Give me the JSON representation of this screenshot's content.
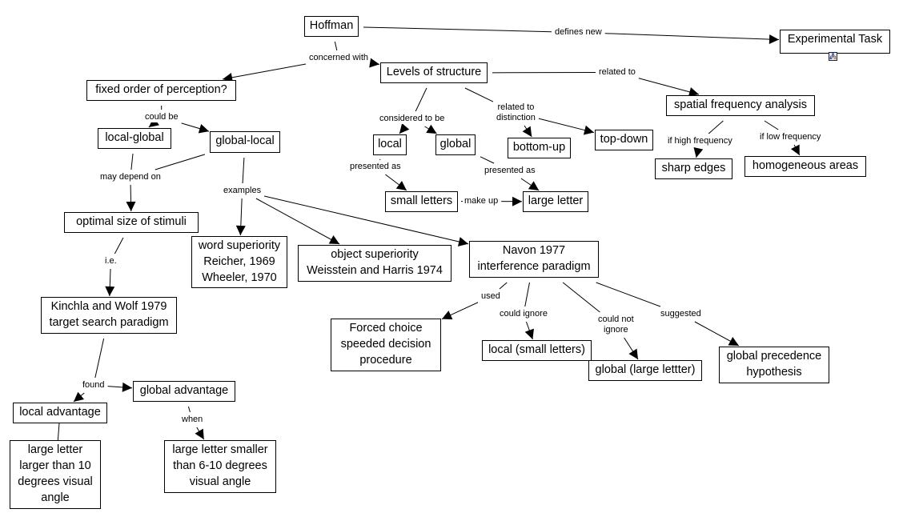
{
  "concept_map": {
    "nodes": [
      {
        "id": "hoffman",
        "text": "Hoffman"
      },
      {
        "id": "experimental_task",
        "text": "Experimental Task",
        "icon": "submap-icon"
      },
      {
        "id": "fixed_order",
        "text": "fixed order of perception?"
      },
      {
        "id": "levels",
        "text": "Levels of structure"
      },
      {
        "id": "spatial_freq",
        "text": "spatial frequency analysis"
      },
      {
        "id": "local_global",
        "text": "local-global"
      },
      {
        "id": "global_local",
        "text": "global-local"
      },
      {
        "id": "local",
        "text": "local"
      },
      {
        "id": "global",
        "text": "global"
      },
      {
        "id": "bottom_up",
        "text": "bottom-up"
      },
      {
        "id": "top_down",
        "text": "top-down"
      },
      {
        "id": "sharp_edges",
        "text": "sharp edges"
      },
      {
        "id": "homogeneous",
        "text": "homogeneous areas"
      },
      {
        "id": "small_letters",
        "text": "small letters"
      },
      {
        "id": "large_letter",
        "text": "large letter"
      },
      {
        "id": "optimal_size",
        "text": "optimal size of stimuli"
      },
      {
        "id": "word_sup",
        "text": "word superiority\nReicher, 1969\nWheeler, 1970"
      },
      {
        "id": "object_sup",
        "text": "object superiority\nWeisstein and Harris 1974"
      },
      {
        "id": "navon",
        "text": "Navon 1977\ninterference paradigm"
      },
      {
        "id": "kinchla",
        "text": "Kinchla and Wolf 1979\ntarget search paradigm"
      },
      {
        "id": "forced_choice",
        "text": "Forced choice\nspeeded decision\nprocedure"
      },
      {
        "id": "local_small",
        "text": "local (small letters)"
      },
      {
        "id": "global_large",
        "text": "global (large lettter)"
      },
      {
        "id": "global_prec",
        "text": "global precedence\nhypothesis"
      },
      {
        "id": "global_adv",
        "text": "global advantage"
      },
      {
        "id": "local_adv",
        "text": "local advantage"
      },
      {
        "id": "large_letter_larger",
        "text": "large letter\nlarger than 10\ndegrees visual\nangle"
      },
      {
        "id": "large_letter_smaller",
        "text": "large letter smaller\nthan 6-10 degrees\nvisual angle"
      }
    ],
    "links": [
      {
        "id": "defines_new",
        "text": "defines new",
        "from": [
          "hoffman"
        ],
        "to": [
          "experimental_task"
        ]
      },
      {
        "id": "concerned_with",
        "text": "concerned with",
        "from": [
          "hoffman"
        ],
        "to": [
          "fixed_order",
          "levels"
        ]
      },
      {
        "id": "related_to",
        "text": "related to",
        "from": [
          "levels"
        ],
        "to": [
          "spatial_freq"
        ]
      },
      {
        "id": "considered_to_be",
        "text": "considered to be",
        "from": [
          "levels"
        ],
        "to": [
          "local",
          "global"
        ]
      },
      {
        "id": "related_to_distinction",
        "text": "related to\ndistinction",
        "from": [
          "levels"
        ],
        "to": [
          "bottom_up",
          "top_down"
        ]
      },
      {
        "id": "if_high",
        "text": "if high frequency",
        "from": [
          "spatial_freq"
        ],
        "to": [
          "sharp_edges"
        ]
      },
      {
        "id": "if_low",
        "text": "if low frequency",
        "from": [
          "spatial_freq"
        ],
        "to": [
          "homogeneous"
        ]
      },
      {
        "id": "could_be",
        "text": "could be",
        "from": [
          "fixed_order"
        ],
        "to": [
          "local_global",
          "global_local"
        ]
      },
      {
        "id": "may_depend_on",
        "text": "may depend on",
        "from": [
          "local_global",
          "global_local"
        ],
        "to": [
          "optimal_size"
        ]
      },
      {
        "id": "examples",
        "text": "examples",
        "from": [
          "global_local"
        ],
        "to": [
          "word_sup",
          "object_sup",
          "navon"
        ]
      },
      {
        "id": "presented_as_local",
        "text": "presented as",
        "from": [
          "local"
        ],
        "to": [
          "small_letters"
        ]
      },
      {
        "id": "presented_as_global",
        "text": "presented as",
        "from": [
          "global"
        ],
        "to": [
          "large_letter"
        ]
      },
      {
        "id": "make_up",
        "text": "make up",
        "from": [
          "small_letters"
        ],
        "to": [
          "large_letter"
        ]
      },
      {
        "id": "ie",
        "text": "i.e.",
        "from": [
          "optimal_size"
        ],
        "to": [
          "kinchla"
        ]
      },
      {
        "id": "used",
        "text": "used",
        "from": [
          "navon"
        ],
        "to": [
          "forced_choice"
        ]
      },
      {
        "id": "could_ignore",
        "text": "could ignore",
        "from": [
          "navon"
        ],
        "to": [
          "local_small"
        ]
      },
      {
        "id": "could_not_ignore",
        "text": "could not\nignore",
        "from": [
          "navon"
        ],
        "to": [
          "global_large"
        ]
      },
      {
        "id": "suggested",
        "text": "suggested",
        "from": [
          "navon"
        ],
        "to": [
          "global_prec"
        ]
      },
      {
        "id": "found",
        "text": "found",
        "from": [
          "kinchla"
        ],
        "to": [
          "local_adv",
          "global_adv"
        ]
      },
      {
        "id": "when",
        "text": "when",
        "from": [
          "global_adv"
        ],
        "to": [
          "large_letter_smaller"
        ]
      },
      {
        "id": "local_adv_link",
        "text": "",
        "from": [
          "local_adv"
        ],
        "to": [
          "large_letter_larger"
        ]
      }
    ]
  }
}
